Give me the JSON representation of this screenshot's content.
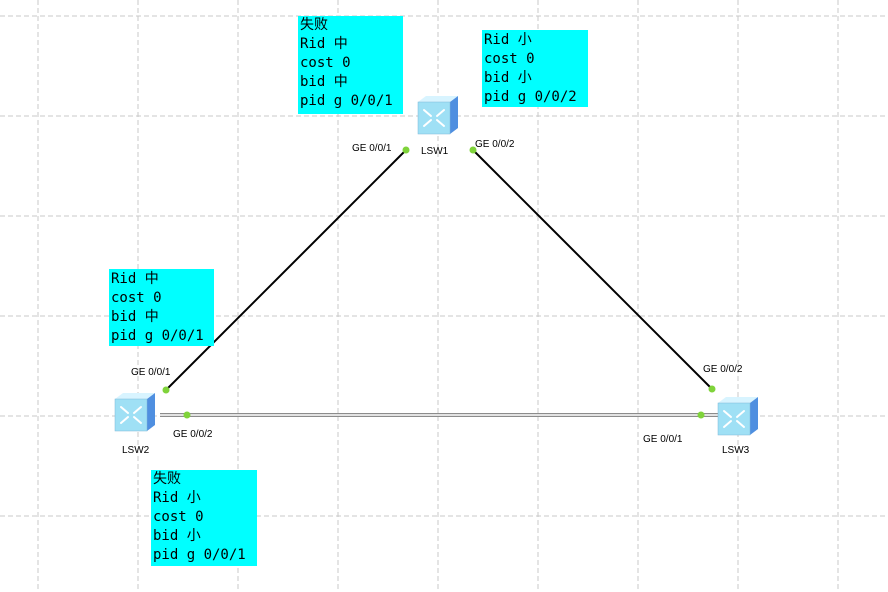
{
  "devices": {
    "lsw1": {
      "name": "LSW1"
    },
    "lsw2": {
      "name": "LSW2"
    },
    "lsw3": {
      "name": "LSW3"
    }
  },
  "ports": {
    "lsw1_g1": "GE 0/0/1",
    "lsw1_g2": "GE 0/0/2",
    "lsw2_g1": "GE 0/0/1",
    "lsw2_g2": "GE 0/0/2",
    "lsw3_g2": "GE 0/0/2",
    "lsw3_g1": "GE 0/0/1"
  },
  "notes": {
    "n1": [
      "失败",
      "Rid 中",
      "cost 0",
      "bid 中",
      "pid g 0/0/1"
    ],
    "n2": [
      "Rid 小",
      "cost 0",
      "bid 小",
      "pid g 0/0/2"
    ],
    "n3": [
      "Rid 中",
      "cost 0",
      "bid 中",
      "pid g 0/0/1"
    ],
    "n4": [
      "失败",
      "Rid 小",
      "cost 0",
      "bid 小",
      "pid g 0/0/1"
    ]
  },
  "colors": {
    "note_bg": "#00ffff",
    "port_dot": "#7fd33a",
    "link": "#000000",
    "blocked_link": "#8c8c8c",
    "grid": "#c8c8c8",
    "switch_face": "#9fe0f5",
    "switch_side": "#4f8fe0"
  },
  "icons": {
    "switch": "switch-icon"
  }
}
